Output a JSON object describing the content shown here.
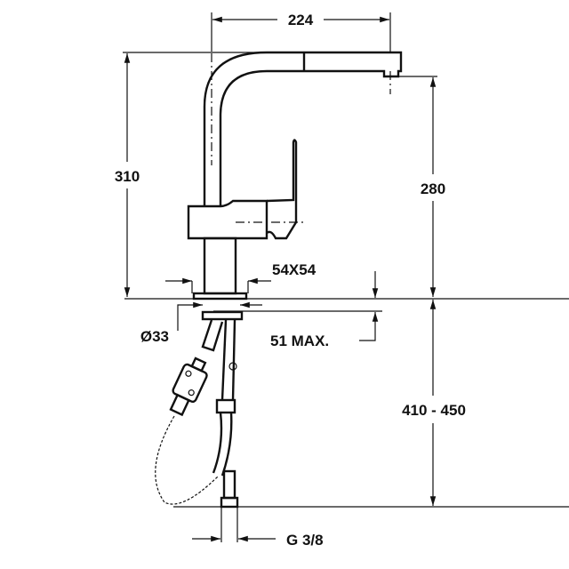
{
  "drawing": {
    "dimensions": {
      "spout_reach": "224",
      "total_height": "310",
      "spout_height": "280",
      "base_size": "54X54",
      "hole_diameter": "Ø33",
      "max_deck_thickness": "51 MAX.",
      "under_deck_length": "410 - 450",
      "connection_thread": "G 3/8"
    }
  }
}
